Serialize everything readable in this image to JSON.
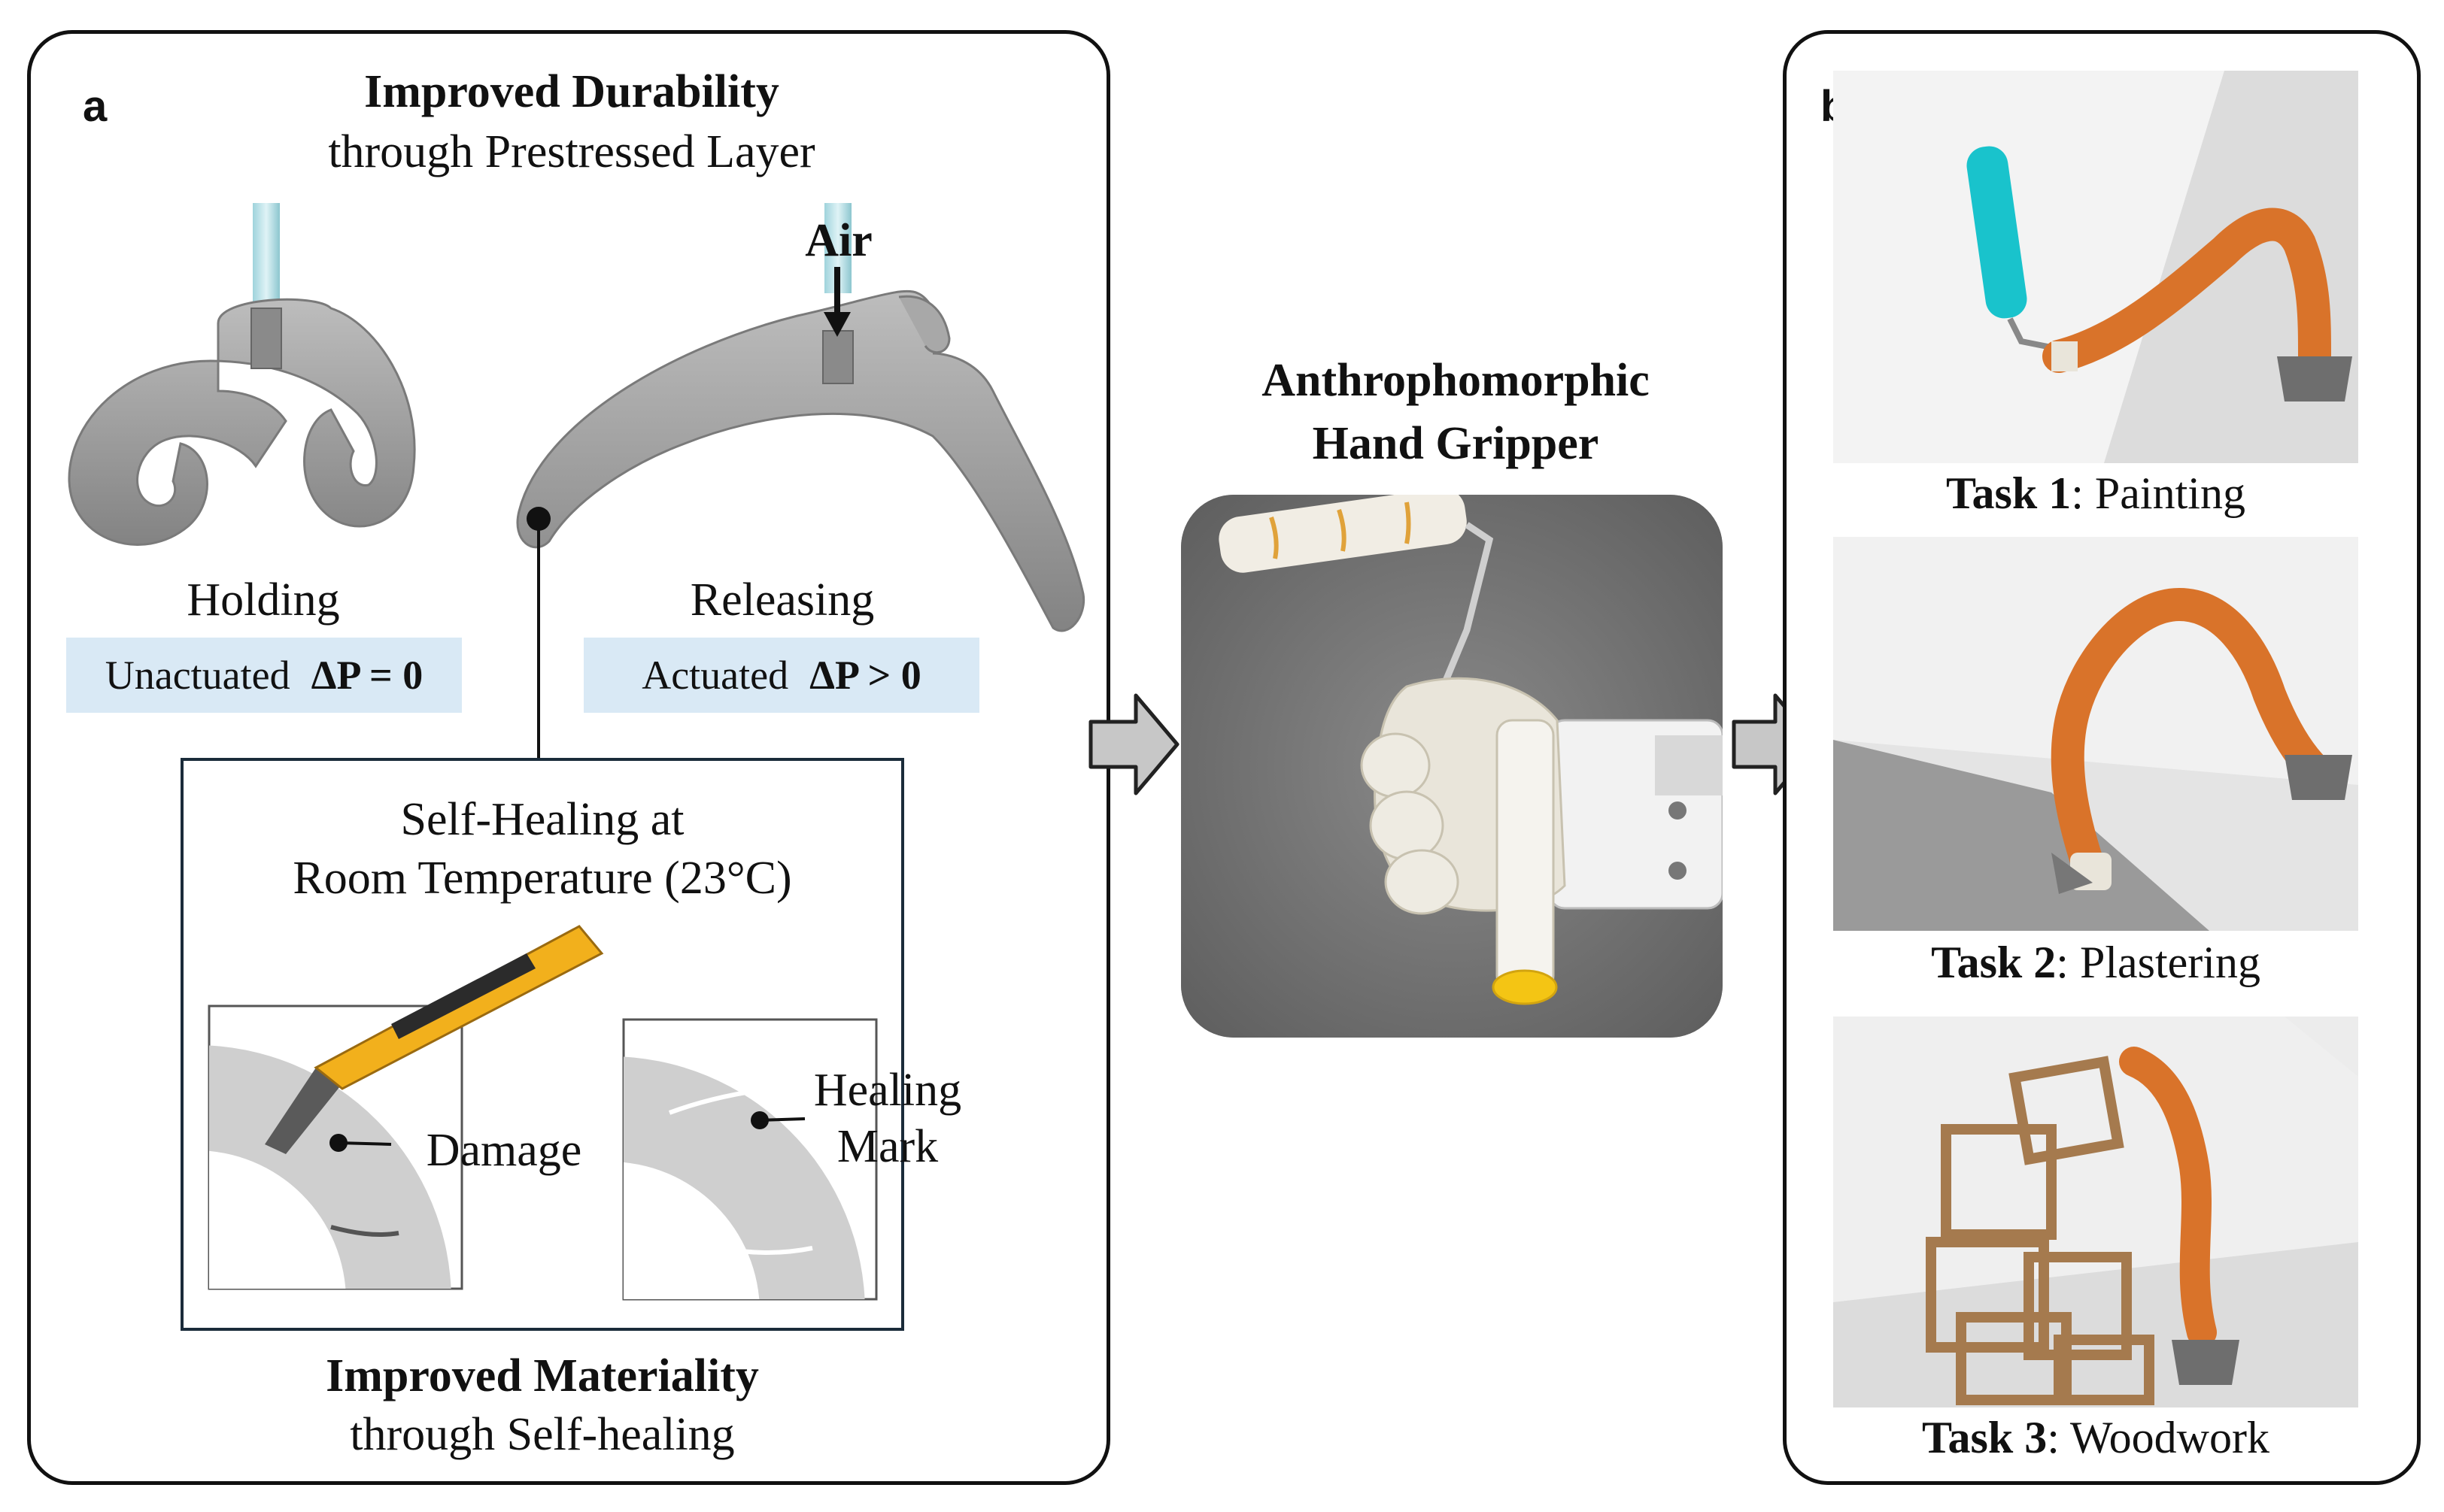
{
  "panel_a": {
    "label": "a",
    "title_bold": "Improved Durability",
    "title_sub": "through Prestressed Layer",
    "air_label": "Air",
    "holding": {
      "label": "Holding",
      "state": "Unactuated",
      "pressure": "ΔP = 0"
    },
    "releasing": {
      "label": "Releasing",
      "state": "Actuated",
      "pressure": "ΔP > 0"
    },
    "inset": {
      "title_line1": "Self-Healing at",
      "title_line2": "Room Temperature (23°C)",
      "damage_label": "Damage",
      "healing_line1": "Healing",
      "healing_line2": "Mark"
    },
    "bottom_bold": "Improved Materiality",
    "bottom_sub": "through Self-healing"
  },
  "center": {
    "title_line1": "Anthrophomorphic",
    "title_line2": "Hand Gripper"
  },
  "panel_b": {
    "label": "b",
    "tasks": [
      {
        "num": "Task 1",
        "name": ": Painting"
      },
      {
        "num": "Task 2",
        "name": ": Plastering"
      },
      {
        "num": "Task 3",
        "name": ": Woodwork"
      }
    ]
  },
  "colors": {
    "gripper_gray": "#9b9b9b",
    "badge_blue": "#d9e9f5",
    "robot_orange": "#d9732a",
    "paint_cyan": "#19c3cc",
    "cutter_yellow": "#f2b01c",
    "wood_brown": "#a57a4e"
  }
}
